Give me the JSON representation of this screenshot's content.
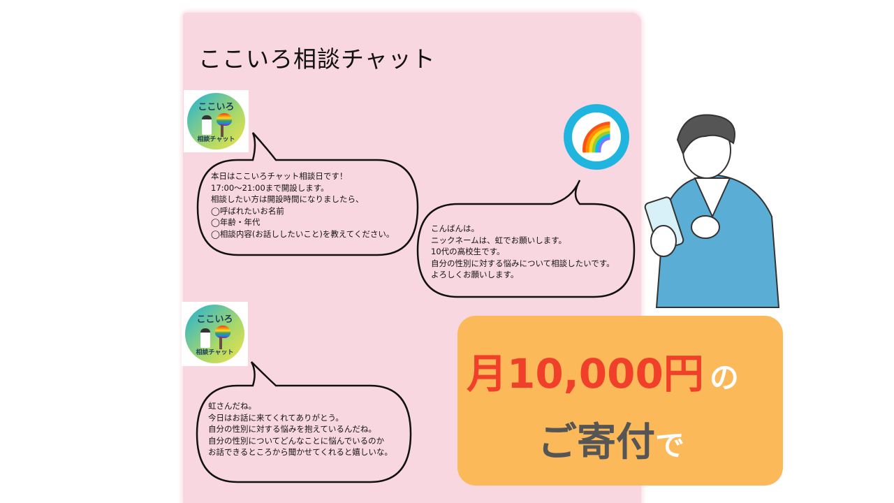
{
  "title": "ここいろ相談チャット",
  "logo": {
    "line1": "ここいろ",
    "line2": "相談チャット"
  },
  "user_avatar": {
    "icon": "rainbow-icon",
    "glyph": "🌈"
  },
  "messages": [
    {
      "from": "ここいろ",
      "lines": [
        "本日はここいろチャット相談日です！",
        "17:00〜21:00まで開設します。",
        "相談したい方は開設時間になりましたら、",
        "◯呼ばれたいお名前",
        "◯年齢・年代",
        "◯相談内容(お話ししたいこと)を教えてください。"
      ]
    },
    {
      "from": "user",
      "lines": [
        "こんばんは。",
        "ニックネームは、虹でお願いします。",
        "10代の高校生です。",
        "自分の性別に対する悩みについて相談したいです。",
        "よろしくお願いします。"
      ]
    },
    {
      "from": "ここいろ",
      "lines": [
        "虹さんだね。",
        "今日はお話に来てくれてありがとう。",
        "自分の性別に対する悩みを抱えているんだね。",
        "自分の性別についてどんなことに悩んでいるのか",
        "お話できるところから聞かせてくれると嬉しいな。"
      ]
    }
  ],
  "donation": {
    "amount": "月10,000円",
    "particle1": "の",
    "text": "ご寄付",
    "particle2": "で"
  },
  "colors": {
    "panel": "#f8d7e0",
    "orange": "#fcb95a",
    "red": "#f0402a",
    "avatar_ring": "#1fb5de"
  }
}
